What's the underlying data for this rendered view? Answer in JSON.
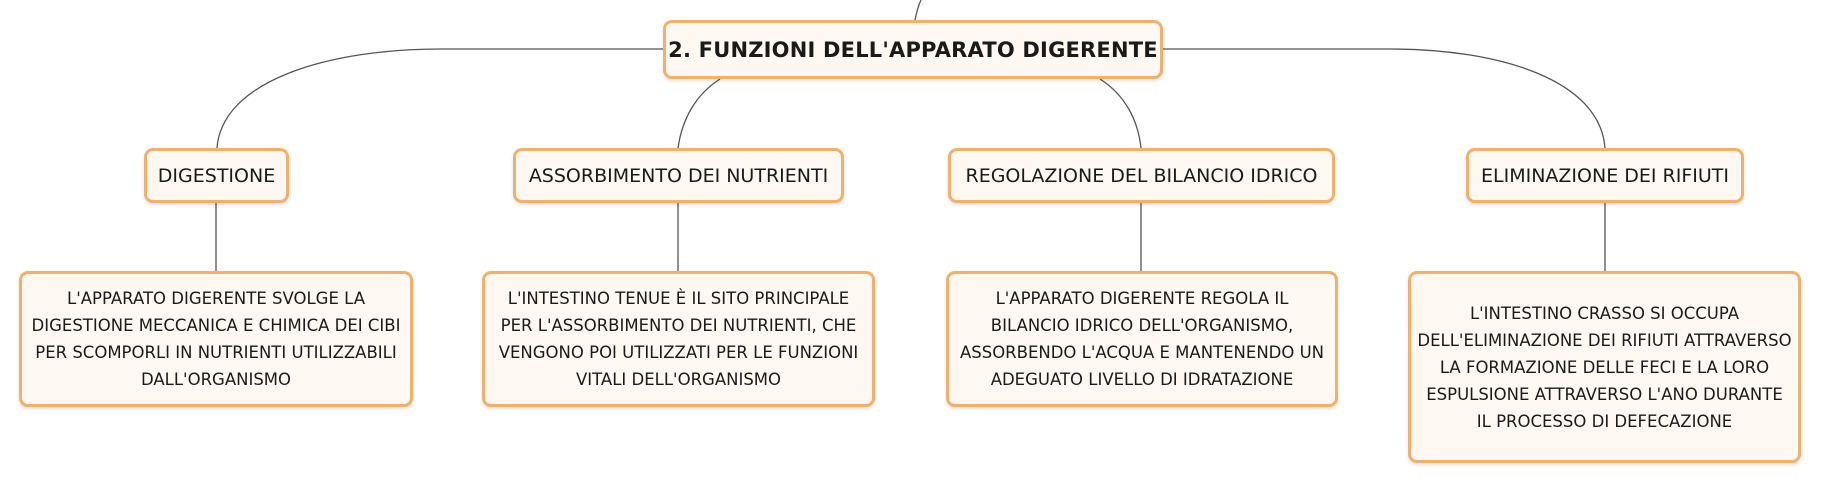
{
  "colors": {
    "node_border": "#f3b06a",
    "node_fill": "#fef8f2",
    "connector": "#555555",
    "text": "#1a1a1a"
  },
  "root": {
    "label": "2. FUNZIONI DELL'APPARATO DIGERENTE"
  },
  "branches": [
    {
      "label": "DIGESTIONE",
      "description": "L'APPARATO DIGERENTE SVOLGE LA DIGESTIONE MECCANICA E CHIMICA DEI CIBI PER SCOMPORLI IN NUTRIENTI UTILIZZABILI DALL'ORGANISMO"
    },
    {
      "label": "ASSORBIMENTO DEI NUTRIENTI",
      "description": "L'INTESTINO TENUE È IL SITO PRINCIPALE PER L'ASSORBIMENTO DEI NUTRIENTI, CHE VENGONO POI UTILIZZATI PER LE FUNZIONI VITALI DELL'ORGANISMO"
    },
    {
      "label": "REGOLAZIONE DEL BILANCIO IDRICO",
      "description": "L'APPARATO DIGERENTE REGOLA IL BILANCIO IDRICO DELL'ORGANISMO, ASSORBENDO L'ACQUA E MANTENENDO UN ADEGUATO LIVELLO DI IDRATAZIONE"
    },
    {
      "label": "ELIMINAZIONE DEI RIFIUTI",
      "description": "L'INTESTINO CRASSO SI OCCUPA DELL'ELIMINAZIONE DEI RIFIUTI ATTRAVERSO LA FORMAZIONE DELLE FECI E LA LORO ESPULSIONE ATTRAVERSO L'ANO DURANTE IL PROCESSO DI DEFECAZIONE"
    }
  ]
}
